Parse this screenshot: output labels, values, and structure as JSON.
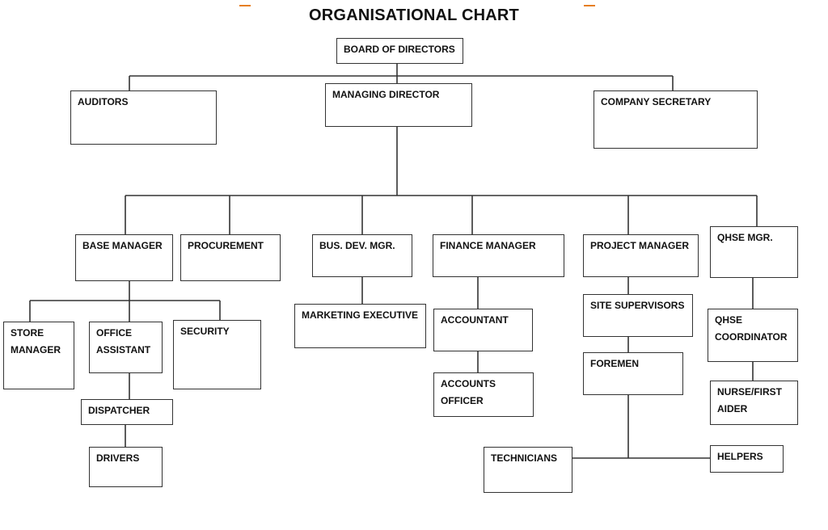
{
  "title": "ORGANISATIONAL CHART",
  "nodes": {
    "board": "BOARD OF DIRECTORS",
    "auditors": "AUDITORS",
    "managing_director": "MANAGING DIRECTOR",
    "company_secretary": "COMPANY SECRETARY",
    "base_manager": "BASE MANAGER",
    "procurement": "PROCUREMENT",
    "bus_dev_mgr": "BUS. DEV. MGR.",
    "finance_manager": "FINANCE MANAGER",
    "project_manager": "PROJECT MANAGER",
    "qhse_mgr": "QHSE MGR.",
    "store_manager": "STORE MANAGER",
    "office_assistant": "OFFICE ASSISTANT",
    "security": "SECURITY",
    "marketing_executive": "MARKETING EXECUTIVE",
    "accountant": "ACCOUNTANT",
    "site_supervisors": "SITE SUPERVISORS",
    "qhse_coordinator": "QHSE COORDINATOR",
    "dispatcher": "DISPATCHER",
    "accounts_officer": "ACCOUNTS OFFICER",
    "foremen": "FOREMEN",
    "nurse_first_aider": "NURSE/FIRST AIDER",
    "drivers": "DRIVERS",
    "technicians": "TECHNICIANS",
    "helpers": "HELPERS"
  }
}
